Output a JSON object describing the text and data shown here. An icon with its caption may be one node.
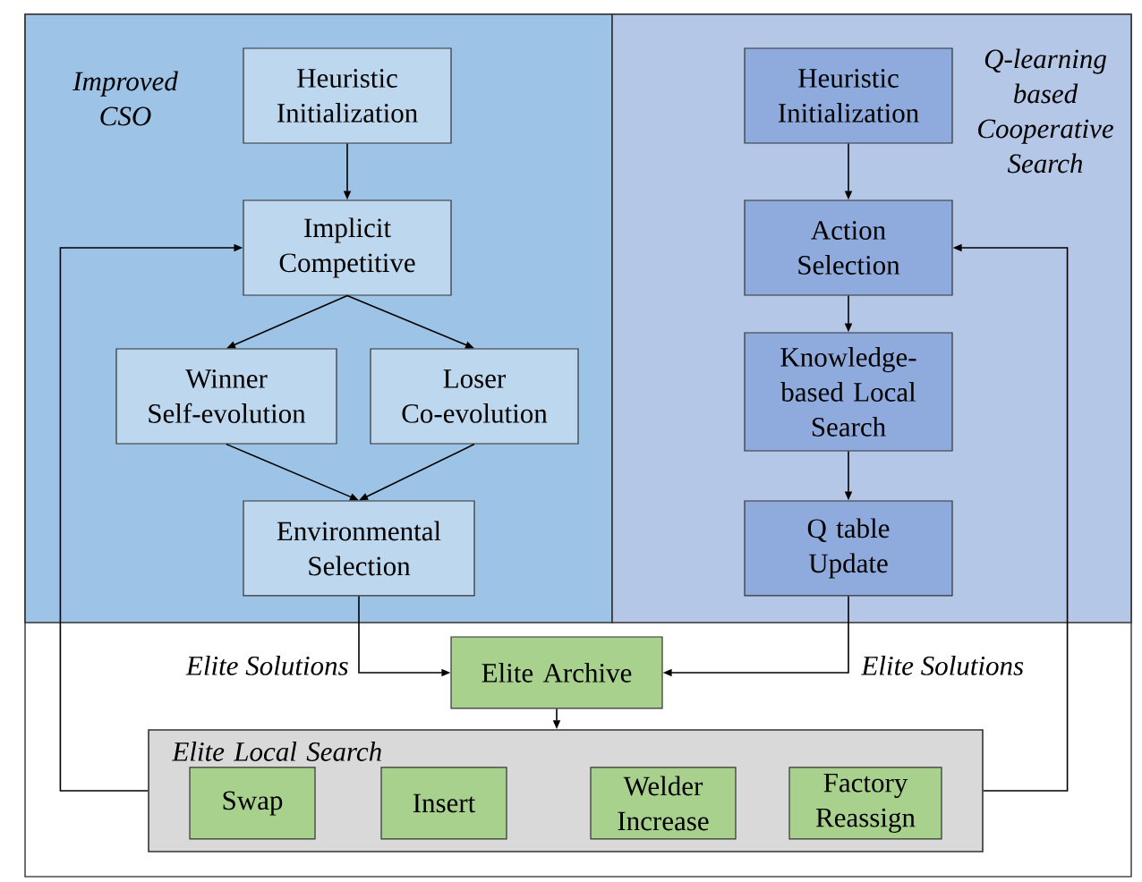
{
  "diagram": {
    "nodes": [
      {
        "text": [
          "Improved CSO"
        ]
      },
      {
        "text": [
          "Heuristic Initialization"
        ],
        "in": 0
      },
      {
        "text": [
          "Implicit Competitive"
        ],
        "in": 0
      },
      {
        "text": [
          "Winner Self-evolution"
        ],
        "in": 0
      },
      {
        "text": [
          "Loser Co-evolution"
        ],
        "in": 0
      },
      {
        "text": [
          "Environmental Selection"
        ],
        "in": 0
      },
      {
        "text": [
          "Q-learning based Cooperative Search"
        ]
      },
      {
        "text": [
          "Heuristic Initialization"
        ],
        "in": 6
      },
      {
        "text": [
          "Action Selection"
        ],
        "in": 6
      },
      {
        "text": [
          "Knowledge-based Local Search"
        ],
        "in": 6
      },
      {
        "text": [
          "Q table Update"
        ],
        "in": 6
      },
      {
        "text": [
          "Elite Archive"
        ]
      },
      {
        "text": [
          "Elite Local Search"
        ]
      },
      {
        "text": [
          "Swap"
        ],
        "in": 12
      },
      {
        "text": [
          "Insert"
        ],
        "in": 12
      },
      {
        "text": [
          "Welder Increase"
        ],
        "in": 12
      },
      {
        "text": [
          "Factory Reassign"
        ],
        "in": 12
      }
    ],
    "edges": [
      {
        "from": 1,
        "to": 2,
        "arrow": "to"
      },
      {
        "from": 2,
        "to": 3,
        "arrow": "to"
      },
      {
        "from": 2,
        "to": 4,
        "arrow": "to"
      },
      {
        "from": 3,
        "to": 5,
        "arrow": "to"
      },
      {
        "from": 4,
        "to": 5,
        "arrow": "to"
      },
      {
        "from": 5,
        "to": 11,
        "arrow": "to",
        "label": "Elite Solutions"
      },
      {
        "from": 7,
        "to": 8,
        "arrow": "to"
      },
      {
        "from": 8,
        "to": 9,
        "arrow": "to"
      },
      {
        "from": 9,
        "to": 10,
        "arrow": "to"
      },
      {
        "from": 10,
        "to": 11,
        "arrow": "to",
        "label": "Elite Solutions"
      },
      {
        "from": 11,
        "to": 12,
        "arrow": "to"
      },
      {
        "from": 12,
        "to": 2,
        "arrow": "to"
      },
      {
        "from": 12,
        "to": 8,
        "arrow": "to"
      }
    ]
  }
}
